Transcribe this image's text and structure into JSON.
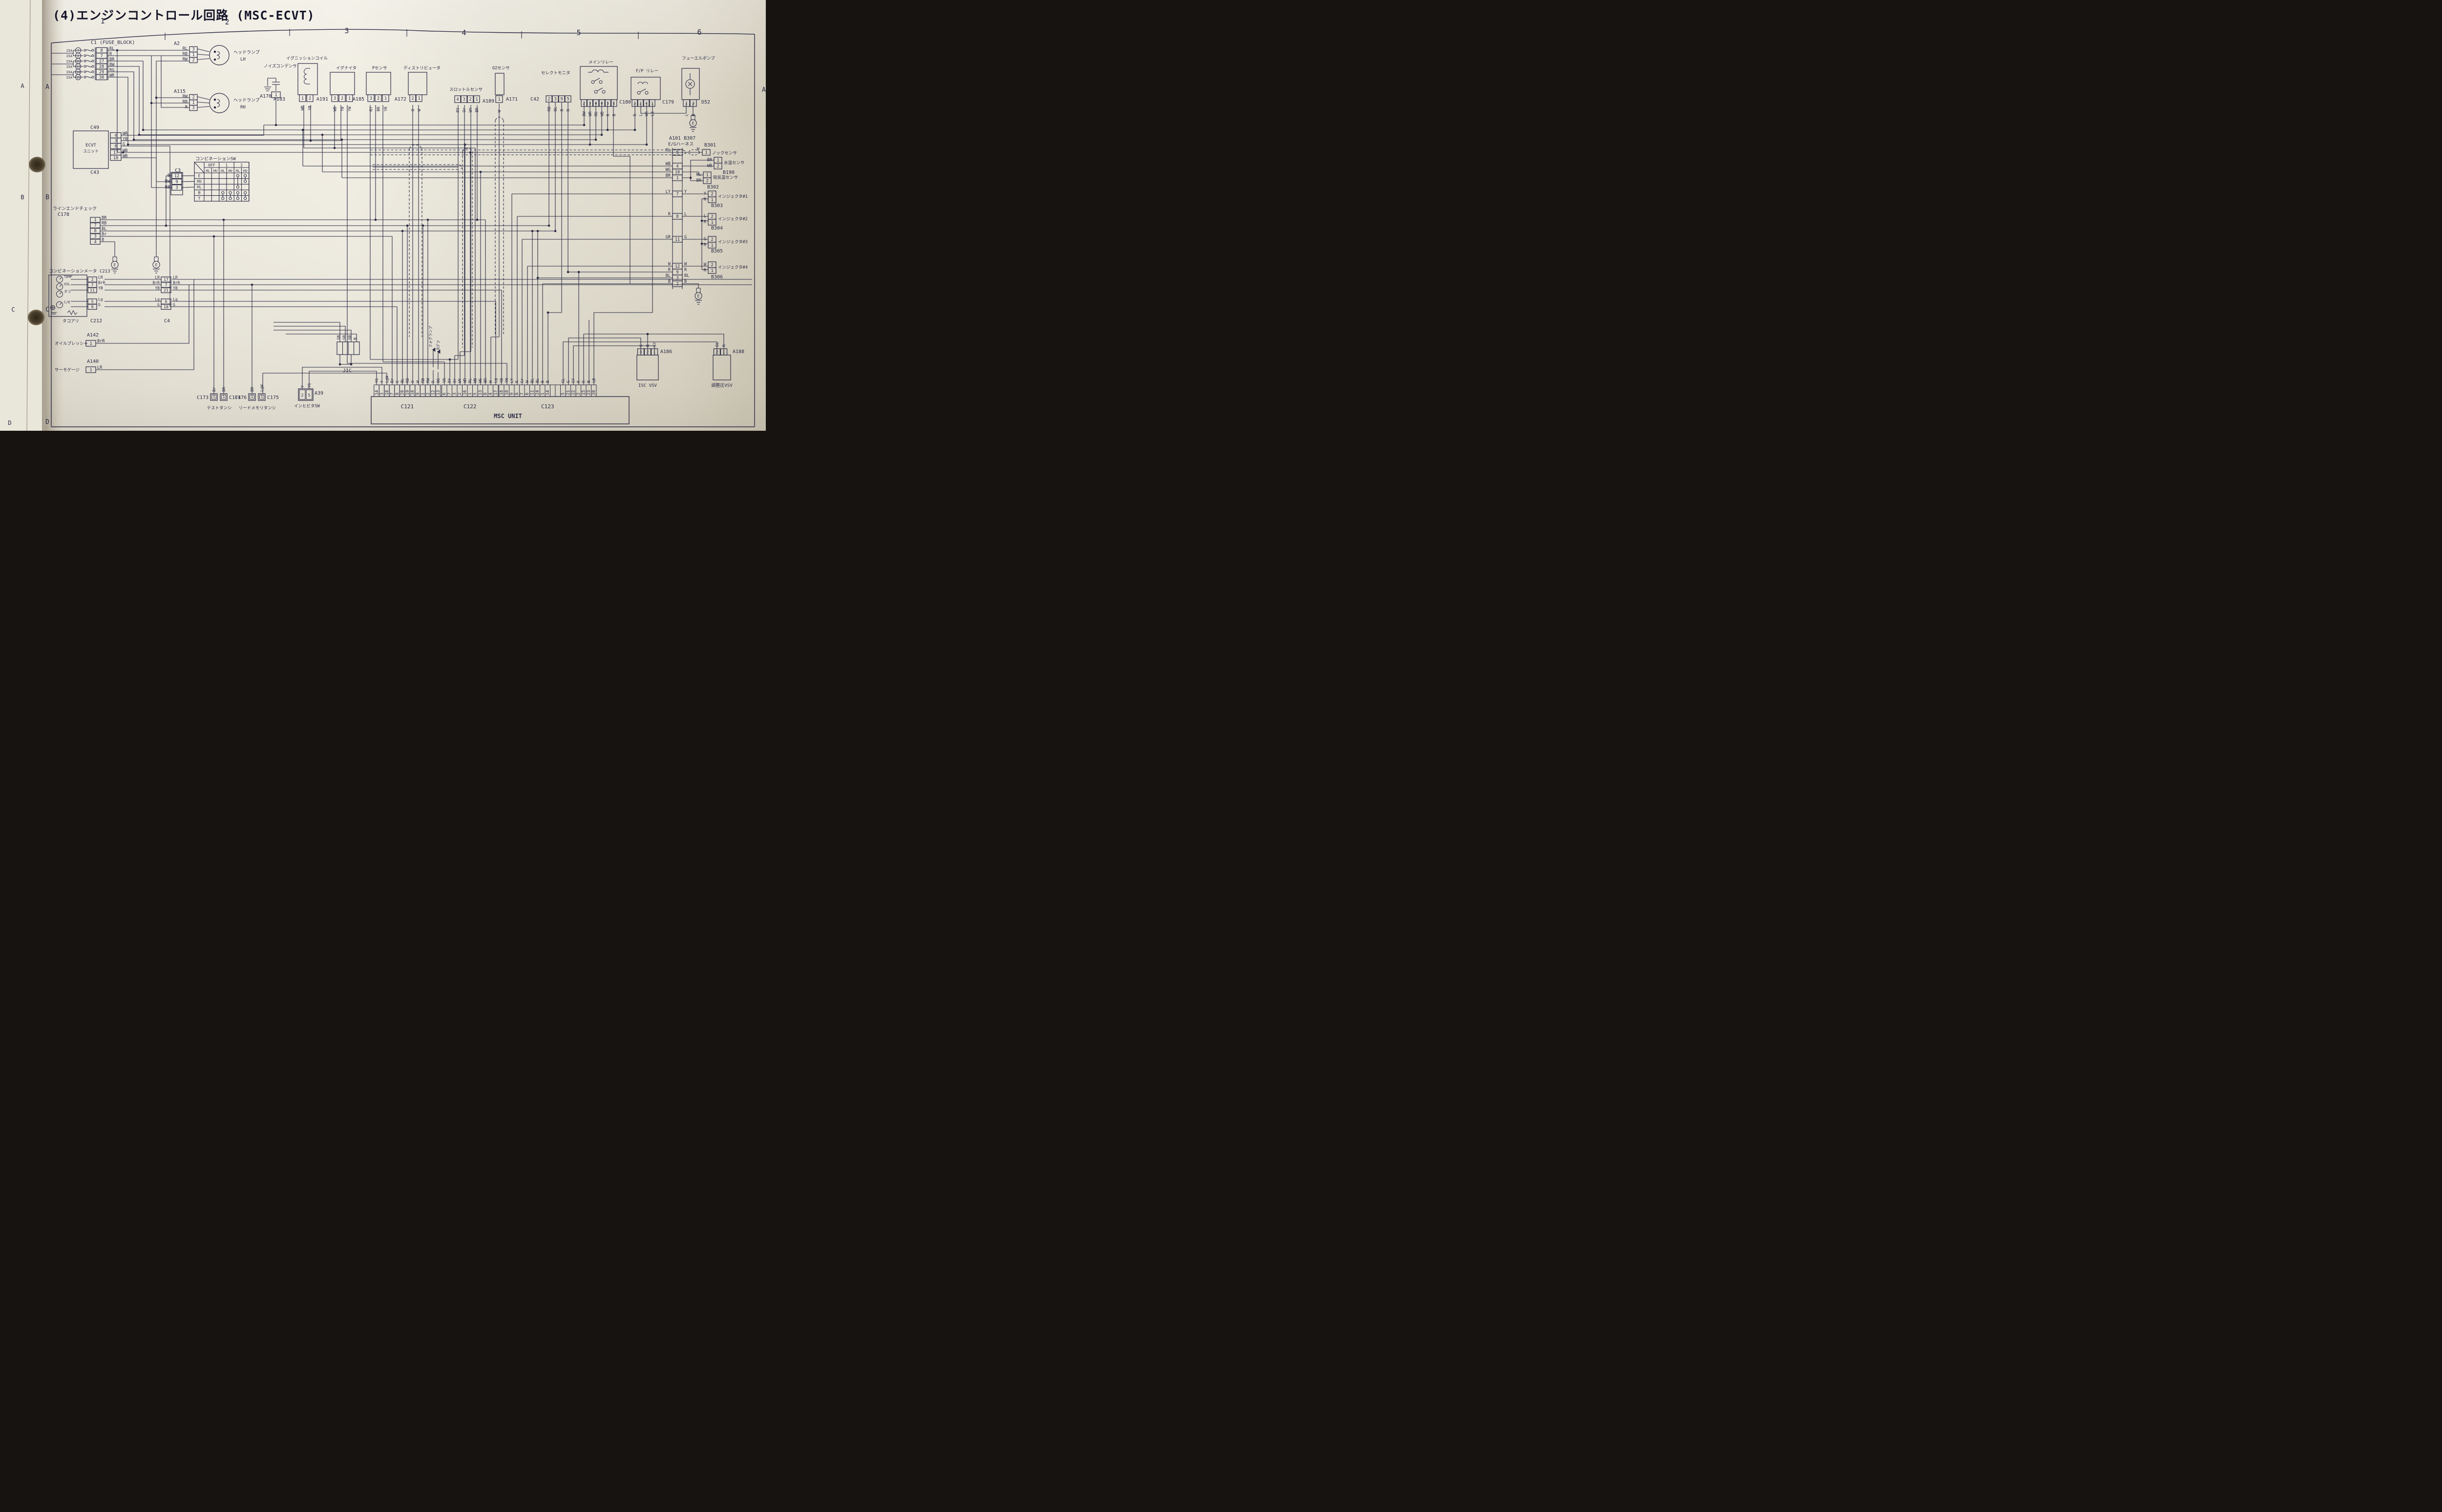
{
  "page": {
    "title": "(4)エンジンコントロール回路 (MSC-ECVT)",
    "columns": [
      "1",
      "2",
      "3",
      "4",
      "5",
      "6"
    ],
    "row_letters": [
      "A",
      "B",
      "C",
      "D"
    ],
    "facing_page_letters": [
      "A",
      "B",
      "C",
      "D"
    ],
    "right_edge_letter": "A"
  },
  "fuse_block": {
    "id": "C1",
    "name": "C1 (FUSE_BLOCK)",
    "fuses": [
      {
        "amps": "15A",
        "circuit": "3",
        "pin": "8",
        "wire": "RL"
      },
      {
        "amps": "15A",
        "circuit": "2",
        "pin": "7",
        "wire": "R"
      },
      {
        "amps": "15A",
        "circuit": "12",
        "pin": "27",
        "wire": "BR"
      },
      {
        "amps": "15A",
        "circuit": "13",
        "pin": "28",
        "wire": "BW"
      },
      {
        "amps": "15A",
        "circuit": "14",
        "pin": "29",
        "wire": "RG"
      },
      {
        "amps": "15A",
        "circuit": "15",
        "pin": "30",
        "wire": "WR"
      }
    ]
  },
  "headlamp_lh": {
    "id": "A2",
    "label": "ヘッドランプ",
    "sub": "LH",
    "pins": [
      {
        "w": "RL",
        "p": "3"
      },
      {
        "w": "RB",
        "p": "1"
      },
      {
        "w": "RW",
        "p": "2"
      }
    ]
  },
  "headlamp_rh": {
    "id": "A115",
    "label": "ヘッドランプ",
    "sub": "RH",
    "pins": [
      {
        "w": "RW",
        "p": "2"
      },
      {
        "w": "RB",
        "p": "1"
      },
      {
        "w": "R",
        "p": "3"
      }
    ]
  },
  "ecvt_unit": {
    "top_id": "C49",
    "bottom_id": "C43",
    "label1": "ECVT",
    "label2": "ユニット",
    "pins": [
      {
        "p": "4",
        "w": "WR"
      },
      {
        "p": "3",
        "w": "YB"
      },
      {
        "p": "8",
        "w": "G"
      },
      {
        "p": "17",
        "w": "WB"
      },
      {
        "p": "18",
        "w": "WB"
      }
    ]
  },
  "combo_sw": {
    "title": "コンビネーションSW",
    "cols": [
      "OFF",
      "1",
      "2"
    ],
    "subcols": [
      "HL",
      "HU"
    ],
    "rows": [
      "E",
      "HU",
      "HL",
      "B",
      "T"
    ],
    "contacts": {
      "E": [
        4,
        5
      ],
      "HU": [
        5
      ],
      "HL": [
        4
      ],
      "B": [
        2,
        3,
        4,
        5
      ],
      "T": [
        2,
        3,
        4,
        5
      ]
    },
    "conn": {
      "id": "C3",
      "pins": [
        {
          "w": "B",
          "p": "12"
        },
        {
          "w": "RW",
          "p": "9"
        },
        {
          "w": "RB",
          "p": "3"
        }
      ]
    }
  },
  "line_end_check": {
    "title": "ラインエンドチェック",
    "id": "C178",
    "pins": [
      {
        "p": "1",
        "w": "BR"
      },
      {
        "p": "7",
        "w": "RB"
      },
      {
        "p": "8",
        "w": "BL"
      },
      {
        "p": "3",
        "w": "Br"
      },
      {
        "p": "4",
        "w": "B"
      }
    ]
  },
  "combo_meter": {
    "title": "コンビネーションメータ",
    "id": "C213",
    "note": "タコアリ",
    "gauges": [
      "TEMP",
      "OIL",
      "タコ",
      "C/E"
    ],
    "left_conn": {
      "id": "C212",
      "pins": [
        {
          "p": "2",
          "w": "LR"
        },
        {
          "p": "7",
          "w": "BrR"
        },
        {
          "p": "11",
          "w": "YB"
        },
        {
          "p": "5",
          "w": "Lg"
        },
        {
          "p": "9",
          "w": "G"
        }
      ]
    },
    "right_conn": {
      "id": "C4",
      "pins": [
        {
          "p": "17",
          "w": "LR"
        },
        {
          "p": "7",
          "w": "BrR"
        },
        {
          "p": "21",
          "w": "YB"
        },
        {
          "p": "6",
          "w": "Lg"
        },
        {
          "p": "10",
          "w": "G"
        }
      ]
    }
  },
  "oil_pressure": {
    "id": "A142",
    "label": "オイルプレッシャ",
    "pin": "1",
    "wire": "BrR"
  },
  "thermo_gauge": {
    "id": "A140",
    "label": "サーモゲージ",
    "pin": "1",
    "wire": "LR"
  },
  "test_terminals": {
    "label": "テストタンシ",
    "items": [
      {
        "id": "C173",
        "w": "Br",
        "p": "1"
      },
      {
        "id": "C174",
        "w": "BR",
        "p": "1"
      }
    ]
  },
  "memory_terminals": {
    "label": "リードメモリタンシ",
    "items": [
      {
        "id": "C176",
        "w": "BR",
        "p": "1"
      },
      {
        "id": "C175",
        "w": "LgW",
        "p": "1"
      }
    ]
  },
  "inhibitor_sw": {
    "id": "A39",
    "label": "インヒビタSW",
    "pins": [
      {
        "p": "2",
        "w": "Y"
      },
      {
        "p": "5",
        "w": "YG"
      }
    ]
  },
  "jic": {
    "label": "JIC",
    "wires": [
      "SB",
      "SB",
      "SB",
      "B"
    ]
  },
  "noise_condenser": {
    "id": "A170",
    "label": "ノイズコンデンサ",
    "pin": "1"
  },
  "ignition_coil": {
    "id": "A183",
    "label": "イグニッションコイル",
    "pins": [
      {
        "p": "1",
        "w": "WB"
      },
      {
        "p": "2",
        "w": "YB"
      }
    ]
  },
  "igniter": {
    "id": "A191",
    "label": "イグナイタ",
    "pins": [
      {
        "p": "3",
        "w": "WB"
      },
      {
        "p": "2",
        "w": "YB"
      },
      {
        "p": "1",
        "w": "YW"
      }
    ]
  },
  "p_sensor": {
    "id": "A185",
    "label": "Pセンサ",
    "pins": [
      {
        "p": "3",
        "w": "RY"
      },
      {
        "p": "2",
        "w": "BR"
      },
      {
        "p": "1",
        "w": "YR"
      }
    ]
  },
  "distributor": {
    "id": "A172",
    "label": "ディストリビュータ",
    "pins": [
      {
        "p": "2",
        "w": "O"
      },
      {
        "p": "1",
        "w": "W"
      }
    ]
  },
  "throttle_sensor": {
    "id": "A189",
    "label": "スロットルセンサ",
    "pins": [
      {
        "p": "4",
        "w": "RY"
      },
      {
        "p": "3",
        "w": "Or"
      },
      {
        "p": "2",
        "w": "WY"
      },
      {
        "p": "1",
        "w": "BR"
      }
    ]
  },
  "o2_sensor": {
    "id": "A171",
    "label": "O2センサ",
    "pin": "1",
    "wire": "W"
  },
  "select_monitor": {
    "id": "C42",
    "label": "セレクトモニタ",
    "pins": [
      {
        "p": "2",
        "w": "RB"
      },
      {
        "p": "3",
        "w": "BL"
      },
      {
        "p": "9",
        "w": "B"
      },
      {
        "p": "5",
        "w": "R"
      }
    ]
  },
  "main_relay": {
    "id": "C180",
    "label": "メインリレー",
    "pins": [
      {
        "p": "2",
        "w": "BW"
      },
      {
        "p": "3",
        "w": "WR"
      },
      {
        "p": "4",
        "w": "RG"
      },
      {
        "p": "6",
        "w": "WB"
      },
      {
        "p": "5",
        "w": "R"
      },
      {
        "p": "1",
        "w": "B"
      }
    ]
  },
  "fp_relay": {
    "id": "C179",
    "label": "F/P リレー",
    "pins": [
      {
        "p": "3",
        "w": "R"
      },
      {
        "p": "2",
        "w": "L"
      },
      {
        "p": "4",
        "w": "WR"
      },
      {
        "p": "1",
        "w": "LB"
      }
    ]
  },
  "fuel_pump": {
    "id": "D52",
    "label": "フューエルポンプ",
    "pins": [
      {
        "p": "1",
        "w": "L"
      },
      {
        "p": "3",
        "w": "B"
      }
    ]
  },
  "eg_harness": {
    "id": "A101 B307",
    "label": "E/Gハーネス",
    "pins": [
      {
        "in": "RL",
        "p": "5",
        "out": ""
      },
      {
        "in": "WB",
        "p": "4",
        "out": ""
      },
      {
        "in": "WG",
        "p": "10",
        "out": ""
      },
      {
        "in": "BR",
        "p": "1",
        "out": ""
      },
      {
        "in": "LY",
        "p": "7",
        "out": "Y"
      },
      {
        "in": "R",
        "p": "8",
        "out": "L"
      },
      {
        "in": "GR",
        "p": "11",
        "out": "G"
      },
      {
        "in": "W",
        "p": "12",
        "out": "W"
      },
      {
        "in": "R",
        "p": "9",
        "out": "R"
      },
      {
        "in": "BL",
        "p": "3",
        "out": "BL"
      },
      {
        "in": "B",
        "p": "2",
        "out": "B"
      }
    ]
  },
  "knock_sensor": {
    "id": "B301",
    "label": "ノックセンサ",
    "pin": "1",
    "wire": "W"
  },
  "water_temp": {
    "id": "B190",
    "label": "水温センサ",
    "pins": [
      {
        "p": "1",
        "w": "BR"
      },
      {
        "p": "2",
        "w": "WB"
      }
    ]
  },
  "intake_temp": {
    "id": "B302",
    "label": "吸気温センサ",
    "pins": [
      {
        "p": "1",
        "w": "WL"
      },
      {
        "p": "2",
        "w": "BR"
      }
    ]
  },
  "injectors": [
    {
      "id": "B303",
      "label": "インジェクタ#1",
      "pins": [
        {
          "p": "2",
          "w": "Y"
        },
        {
          "p": "1",
          "w": "R"
        }
      ]
    },
    {
      "id": "B304",
      "label": "インジェクタ#2",
      "pins": [
        {
          "p": "2",
          "w": "L"
        },
        {
          "p": "1",
          "w": "R"
        }
      ]
    },
    {
      "id": "B305",
      "label": "インジェクタ#3",
      "pins": [
        {
          "p": "2",
          "w": "G"
        },
        {
          "p": "1",
          "w": "R"
        }
      ]
    },
    {
      "id": "B306",
      "label": "インジェクタ#4",
      "pins": [
        {
          "p": "2",
          "w": "W"
        },
        {
          "p": "1",
          "w": "R"
        }
      ]
    }
  ],
  "isc_vsv": {
    "id": "A186",
    "label": "ISC VSV",
    "pins": [
      {
        "p": "3",
        "w": "G"
      },
      {
        "p": "2",
        "w": "R"
      },
      {
        "p": "1",
        "w": "GY"
      }
    ]
  },
  "reg_vsv": {
    "id": "A188",
    "label": "調整圧VSV",
    "pins": [
      {
        "p": "2",
        "w": "GL"
      },
      {
        "p": "1",
        "w": "R"
      }
    ]
  },
  "msc_unit": {
    "label": "MSC UNIT",
    "arrow_labels": [
      "フォグランプ",
      "Rデフ"
    ],
    "connectors": [
      {
        "id": "C121",
        "pins": [
          {
            "p": "14",
            "w": "YG"
          },
          {
            "p": "3",
            "w": "Y"
          },
          {
            "p": "18",
            "w": "LgW"
          },
          {
            "p": "7",
            "w": "Br"
          },
          {
            "p": "8",
            "w": "G"
          },
          {
            "p": "20",
            "w": "BL"
          },
          {
            "p": "19",
            "w": "RB"
          },
          {
            "p": "10",
            "w": "O"
          },
          {
            "p": "9",
            "w": "W"
          },
          {
            "p": "1",
            "w": "RB"
          },
          {
            "p": "2",
            "w": "RW"
          },
          {
            "p": "12",
            "w": "R"
          },
          {
            "p": "13",
            "w": "BG"
          }
        ]
      },
      {
        "id": "C122",
        "pins": [
          {
            "p": "6",
            "w": "YR"
          },
          {
            "p": "7",
            "w": "RY"
          },
          {
            "p": "3",
            "w": "Or"
          },
          {
            "p": "2",
            "w": "WY"
          },
          {
            "p": "16",
            "w": "WR"
          },
          {
            "p": "1",
            "w": "RL"
          },
          {
            "p": "5",
            "w": "WB"
          },
          {
            "p": "13",
            "w": "WG"
          },
          {
            "p": "8",
            "w": "BR"
          },
          {
            "p": "4",
            "w": "W"
          },
          {
            "p": "17",
            "w": "Lg"
          }
        ]
      },
      {
        "id": "C123",
        "pins": [
          {
            "p": "18",
            "w": "YB"
          },
          {
            "p": "10",
            "w": "YW"
          },
          {
            "p": "9",
            "w": "LY"
          },
          {
            "p": "8",
            "w": "R"
          },
          {
            "p": "7",
            "w": "Gr"
          },
          {
            "p": "6",
            "w": "W"
          },
          {
            "p": "11",
            "w": "BL"
          },
          {
            "p": "24",
            "w": "BL"
          },
          {
            "p": "1",
            "w": "B"
          },
          {
            "p": "14",
            "w": "B"
          },
          null,
          null,
          {
            "p": "5",
            "w": "GL"
          },
          {
            "p": "21",
            "w": "G"
          },
          {
            "p": "22",
            "w": "GY"
          },
          {
            "p": "2",
            "w": "R"
          },
          {
            "p": "15",
            "w": "R"
          },
          {
            "p": "23",
            "w": "B"
          },
          {
            "p": "20",
            "w": "LB"
          }
        ]
      }
    ]
  }
}
